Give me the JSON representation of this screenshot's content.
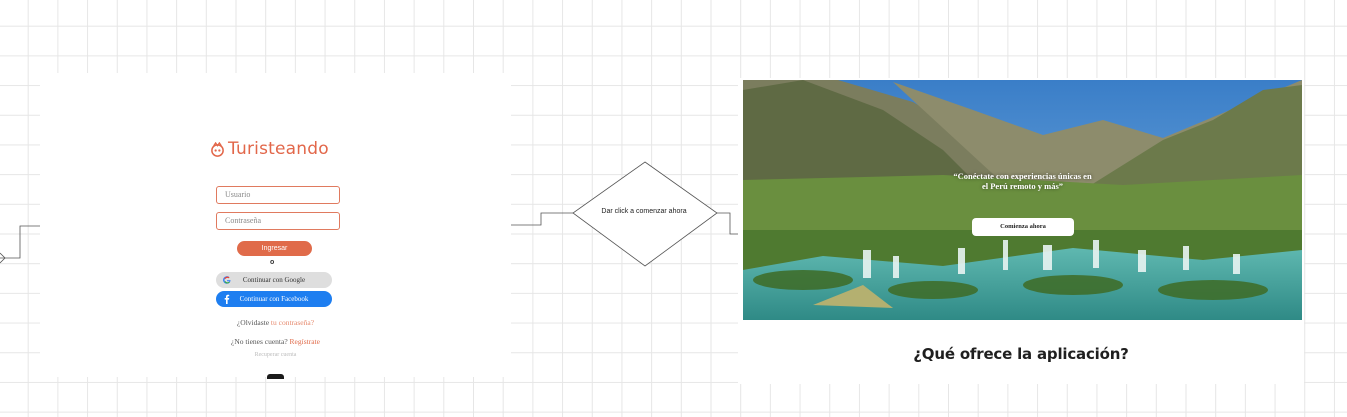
{
  "flow": {
    "decision": "Dar click a comenzar ahora"
  },
  "login": {
    "brand": "Turisteando",
    "username_placeholder": "Usuario",
    "password_placeholder": "Contraseña",
    "submit_label": "Ingresar",
    "or_text": "o",
    "google_label": "Continuar con Google",
    "facebook_label": "Continuar con Facebook",
    "forgot_prefix": "¿Olvidaste ",
    "forgot_link": "tu contraseña?",
    "no_account": "¿No tienes cuenta?",
    "register_link": "Regístrate",
    "recover": "Recuperar cuenta",
    "colors": {
      "accent": "#e06b4a",
      "facebook": "#1e7ef0",
      "google_bg": "#dedede"
    }
  },
  "landing": {
    "quote_line1": "“Conéctate con experiencias únicas en",
    "quote_line2": "el Perú remoto y más”",
    "cta_label": "Comienza ahora",
    "section_title": "¿Qué ofrece la aplicación?"
  },
  "icons": [
    "brand-logo-icon",
    "google-icon",
    "facebook-icon"
  ]
}
